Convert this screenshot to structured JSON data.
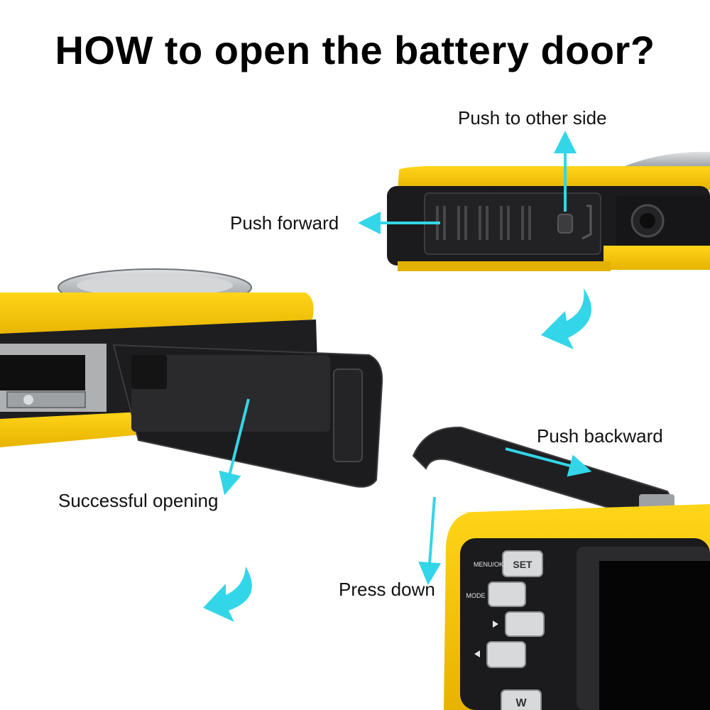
{
  "title": "HOW to open the battery door?",
  "steps": [
    {
      "label": "Push to other side"
    },
    {
      "label": "Push forward"
    },
    {
      "label": "Successful opening"
    },
    {
      "label": "Push backward"
    },
    {
      "label": "Press down"
    }
  ],
  "camera_button_labels": {
    "menu_ok": "MENU/OK",
    "set": "SET",
    "mode": "MODE",
    "w": "W"
  },
  "colors": {
    "camera_yellow": "#f6c400",
    "camera_body_dark": "#1b1b1d",
    "arrow_cyan": "#33d6e8",
    "lens_silver": "#b9bcc0",
    "screen_black": "#050505"
  }
}
